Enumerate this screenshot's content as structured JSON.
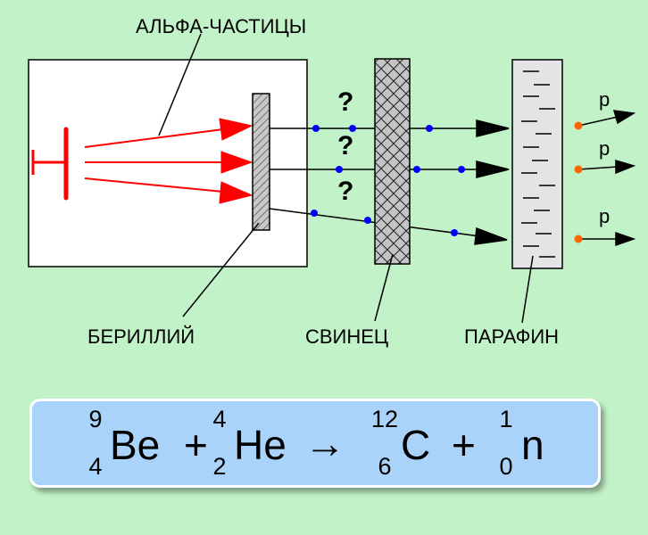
{
  "labels": {
    "alpha": "АЛЬФА-ЧАСТИЦЫ",
    "beryllium": "БЕРИЛЛИЙ",
    "lead": "СВИНЕЦ",
    "paraffin": "ПАРАФИН",
    "unknown": "?",
    "proton": "p"
  },
  "formula": {
    "be": {
      "symbol": "Be",
      "mass": "9",
      "charge": "4"
    },
    "plus1": "+",
    "he": {
      "symbol": "He",
      "mass": "4",
      "charge": "2"
    },
    "arrow": "→",
    "c": {
      "symbol": "C",
      "mass": "12",
      "charge": "6"
    },
    "plus2": "+",
    "n": {
      "symbol": "n",
      "mass": "1",
      "charge": "0"
    }
  },
  "colors": {
    "background": "#c2f2c7",
    "alpha_ray": "#ff0000",
    "neutral_dot": "#0000ff",
    "proton_dot": "#ff6600",
    "formula_box": "#aad3fb"
  }
}
